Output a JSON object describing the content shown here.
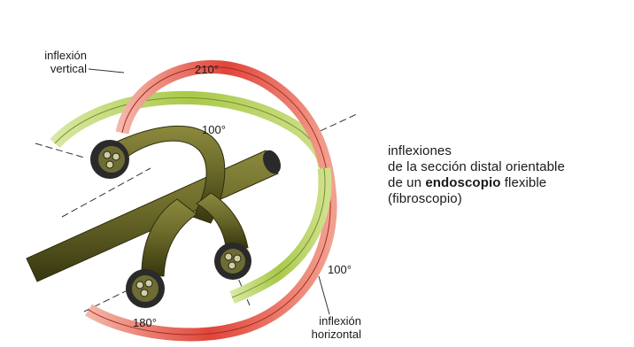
{
  "labels": {
    "vertical_flexion": [
      "inflexión",
      "vertical"
    ],
    "horizontal_flexion": [
      "inflexión",
      "horizontal"
    ],
    "angle_210": "210°",
    "angle_100_top": "100°",
    "angle_100_right": "100°",
    "angle_180": "180°"
  },
  "caption": {
    "line1": "inflexiones",
    "line2": "de la sección distal orientable",
    "line3_prefix": "de un ",
    "line3_bold": "endoscopio",
    "line3_suffix": " flexible",
    "line4": "(fibroscopio)"
  },
  "colors": {
    "vertical_arc": "#e0453a",
    "horizontal_arc": "#a9c94a",
    "tube": "#6b6a2a",
    "tube_dark": "#3f3d14",
    "tip": "#2a2a2a"
  }
}
